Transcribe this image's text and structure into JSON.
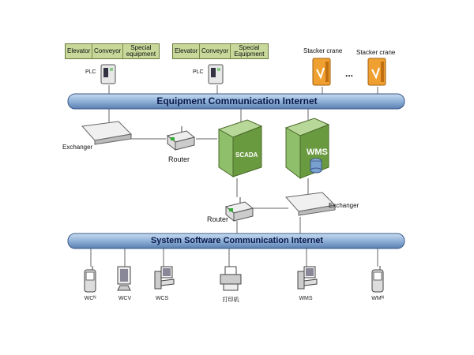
{
  "device_groups": [
    {
      "items": [
        "Elevator",
        "Conveyor",
        "Special equipment"
      ]
    },
    {
      "items": [
        "Elevator",
        "Conveyor",
        "Special Equipment"
      ]
    }
  ],
  "plc_labels": [
    "PLC",
    "PLC"
  ],
  "stacker_cranes": [
    "Stacker crane",
    "Stacker crane"
  ],
  "ellipsis": "...",
  "buses": {
    "equipment": "Equipment Communication Internet",
    "system": "System Software Communication Internet"
  },
  "nodes": {
    "exchanger_top": "Exchanger",
    "router_top": "Router",
    "scada": "SCADA",
    "wms_server": "WMS",
    "router_bottom": "Router",
    "exchanger_bottom": "Exchanger"
  },
  "terminals": [
    "WCᴺ",
    "WCV",
    "WCS",
    "打印机",
    "WMS",
    "WMᴺ"
  ],
  "colors": {
    "bus_fill": "#8fb0d8",
    "bus_stroke": "#3a5a8a",
    "server_green": "#8fbf6a",
    "stacker_orange": "#f0a030",
    "device_box": "#c8d89a"
  }
}
